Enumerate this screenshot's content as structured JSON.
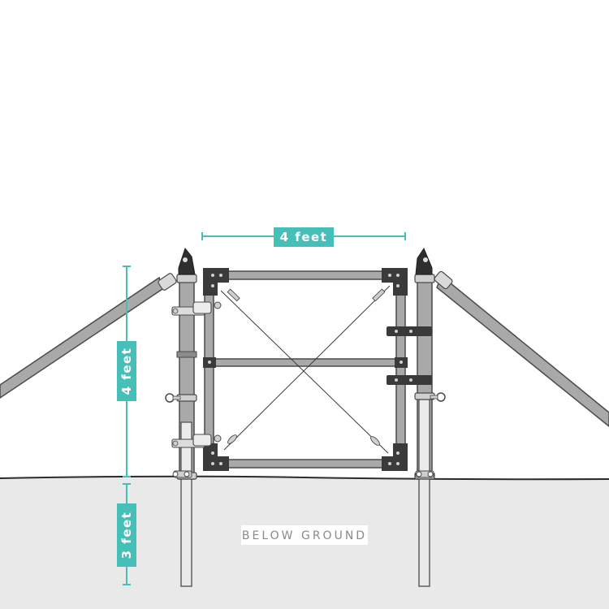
{
  "diagram": {
    "dim_width": "4 feet",
    "dim_height": "4 feet",
    "dim_depth": "3 feet",
    "ground_label": "BELOW GROUND"
  },
  "colors": {
    "accent": "#46bfb8",
    "ground": "#e9e9e9",
    "tube": "#a9a9a9",
    "outline": "#4a4a4a",
    "bracket": "#3a3a3a"
  }
}
